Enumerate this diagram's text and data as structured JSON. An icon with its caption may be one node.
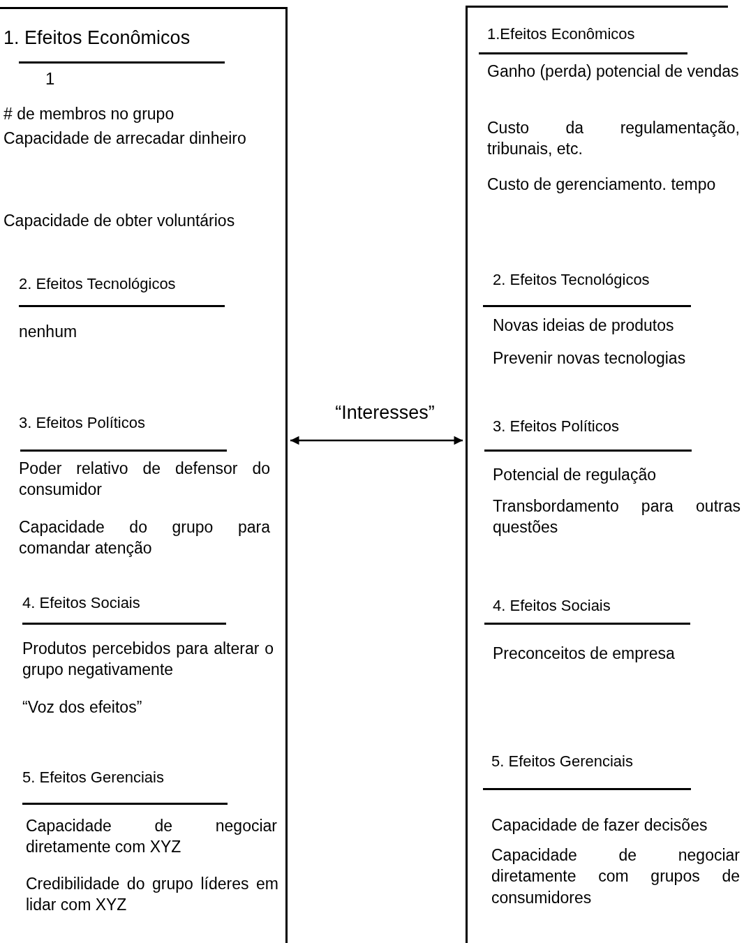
{
  "diagram": {
    "nodes": [
      {
        "text": [
          "1. Efeitos Econômicos",
          "1",
          "# de membros no grupo",
          "Capacidade de arrecadar dinheiro",
          "Capacidade de obter voluntários",
          "2. Efeitos Tecnológicos",
          "nenhum",
          "3. Efeitos Políticos",
          "Poder relativo de defensor do consumidor",
          "Capacidade do grupo para comandar atenção",
          "4. Efeitos Sociais",
          "Produtos percebidos para alterar o grupo negativamente",
          "“Voz dos efeitos”",
          "5. Efeitos Gerenciais",
          "Capacidade de negociar diretamente com XYZ",
          "Credibilidade do grupo líderes em lidar com XYZ"
        ]
      },
      {
        "text": [
          "1.Efeitos Econômicos",
          "Ganho (perda) potencial de vendas",
          "Custo da regulamentação, tribunais, etc.",
          "Custo de gerenciamento. tempo",
          "2. Efeitos Tecnológicos",
          "Novas ideias de produtos",
          "Prevenir novas tecnologias",
          "3. Efeitos Políticos",
          "Potencial de regulação",
          "Transbordamento para outras questões",
          "4. Efeitos Sociais",
          "Preconceitos de empresa",
          "5. Efeitos Gerenciais",
          "Capacidade de fazer decisões",
          "Capacidade de negociar diretamente com grupos de consumidores"
        ]
      }
    ],
    "edges": [
      {
        "from": 0,
        "to": 1,
        "arrow": "both",
        "label": "“Interesses”"
      }
    ]
  }
}
